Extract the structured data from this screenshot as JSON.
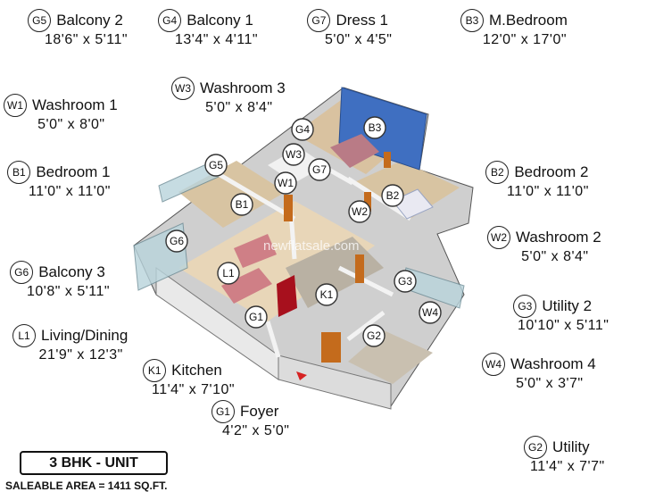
{
  "legend": [
    {
      "code": "G5",
      "name": "Balcony 2",
      "dims": "18'6\" x 5'11\""
    },
    {
      "code": "G4",
      "name": "Balcony 1",
      "dims": "13'4\" x 4'11\""
    },
    {
      "code": "G7",
      "name": "Dress 1",
      "dims": "5'0\" x 4'5\""
    },
    {
      "code": "B3",
      "name": "M.Bedroom",
      "dims": "12'0\" x 17'0\""
    },
    {
      "code": "W1",
      "name": "Washroom 1",
      "dims": "5'0\" x 8'0\""
    },
    {
      "code": "W3",
      "name": "Washroom 3",
      "dims": "5'0\" x 8'4\""
    },
    {
      "code": "B1",
      "name": "Bedroom 1",
      "dims": "11'0\" x 11'0\""
    },
    {
      "code": "B2",
      "name": "Bedroom 2",
      "dims": "11'0\" x 11'0\""
    },
    {
      "code": "W2",
      "name": "Washroom 2",
      "dims": "5'0\" x 8'4\""
    },
    {
      "code": "G6",
      "name": "Balcony 3",
      "dims": "10'8\" x 5'11\""
    },
    {
      "code": "G3",
      "name": "Utility 2",
      "dims": "10'10\" x 5'11\""
    },
    {
      "code": "L1",
      "name": "Living/Dining",
      "dims": "21'9\" x 12'3\""
    },
    {
      "code": "W4",
      "name": "Washroom 4",
      "dims": "5'0\" x 3'7\""
    },
    {
      "code": "K1",
      "name": "Kitchen",
      "dims": "11'4\" x 7'10\""
    },
    {
      "code": "G1",
      "name": "Foyer",
      "dims": "4'2\" x 5'0\""
    },
    {
      "code": "G2",
      "name": "Utility",
      "dims": "11'4\" x 7'7\""
    }
  ],
  "plan_badges": [
    "G4",
    "B3",
    "W3",
    "G7",
    "G5",
    "W1",
    "B1",
    "W2",
    "B2",
    "G6",
    "L1",
    "K1",
    "G3",
    "W4",
    "G1",
    "G2"
  ],
  "unit_label": "3 BHK - UNIT",
  "saleable_area": "SALEABLE AREA = 1411 SQ.FT.",
  "watermark": "newflatsale.com"
}
